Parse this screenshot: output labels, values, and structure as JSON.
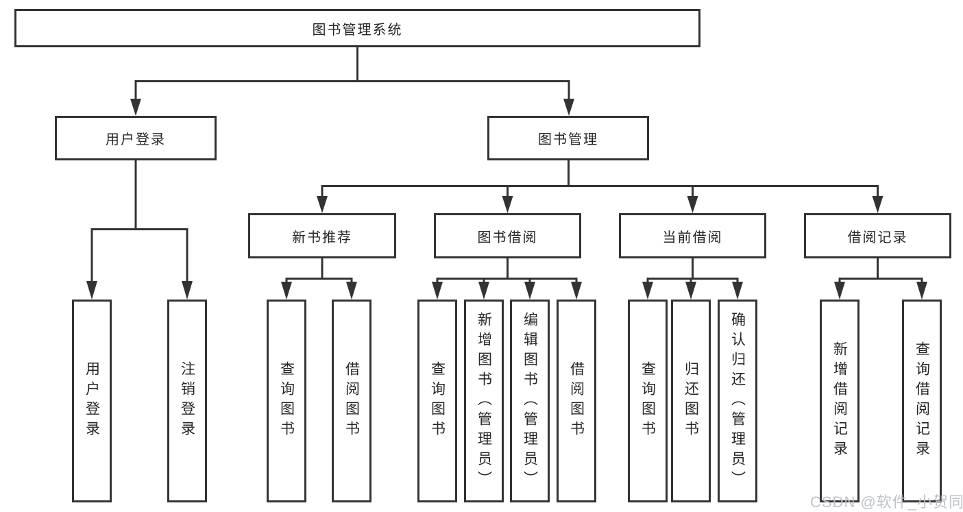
{
  "nodes": {
    "root": "图书管理系统",
    "user_login": "用户登录",
    "book_mgmt": "图书管理",
    "new_book_rec": "新书推荐",
    "book_borrow": "图书借阅",
    "current_borrow": "当前借阅",
    "borrow_records": "借阅记录",
    "leaves": {
      "user_login_login": "用户登录",
      "user_login_logout": "注销登录",
      "rec_query_books": "查询图书",
      "rec_borrow_books": "借阅图书",
      "borrow_query_books": "查询图书",
      "borrow_add_books": "新增图书（管理员）",
      "borrow_edit_books": "编辑图书（管理员）",
      "borrow_borrow_books": "借阅图书",
      "current_query_books": "查询图书",
      "current_return_books": "归还图书",
      "current_confirm_return": "确认归还（管理员）",
      "records_add_record": "新增借阅记录",
      "records_query_record": "查询借阅记录"
    }
  },
  "watermark": "CSDN @软件_小贺同学",
  "colors": {
    "line": "#333333",
    "text": "#262626",
    "background": "#ffffff",
    "watermark": "#bcc0c6"
  }
}
